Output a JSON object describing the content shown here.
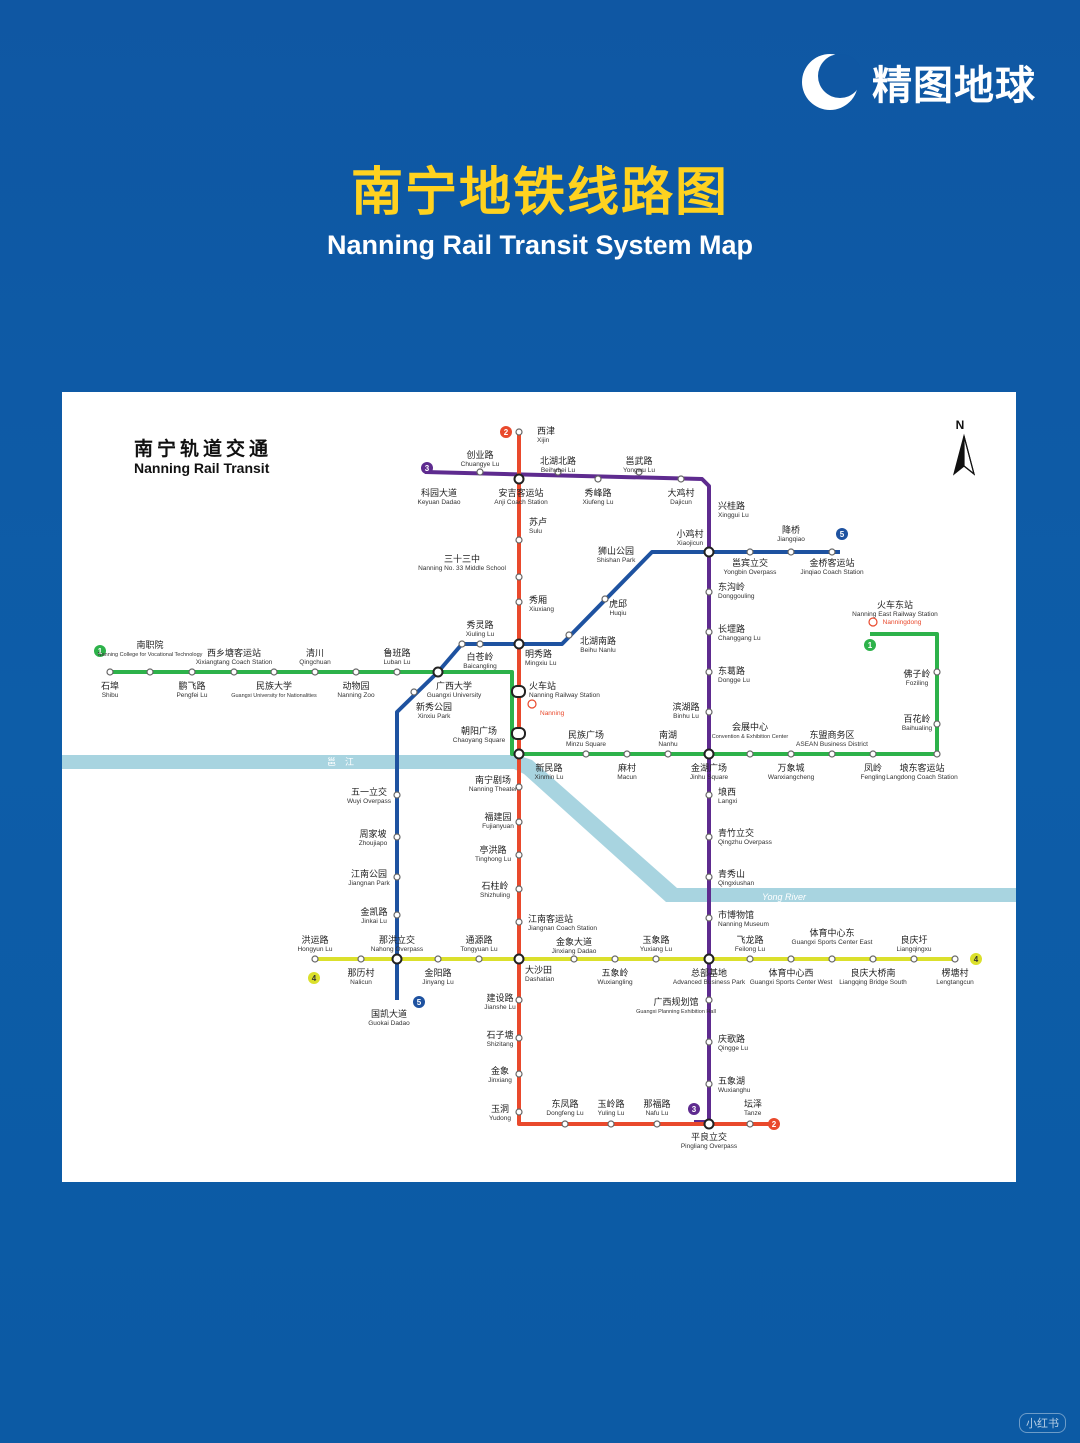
{
  "brand": {
    "name": "精图地球",
    "icon": "crescent-moon-logo"
  },
  "page_title_zh": "南宁地铁线路图",
  "page_title_en": "Nanning Rail Transit System Map",
  "map_title_zh": "南宁轨道交通",
  "map_title_en": "Nanning Rail Transit",
  "north_label": "N",
  "river_zh": "邕　江",
  "river_en": "Yong River",
  "watermark": "小红书",
  "colors": {
    "line1": "#2db24a",
    "line2": "#e9492c",
    "line3": "#5e2b8f",
    "line4": "#dbe02c",
    "line5": "#1e52a0",
    "river": "#a8d4e0",
    "title": "#ffd21f"
  },
  "lines": [
    {
      "id": "1",
      "color": "#2db24a"
    },
    {
      "id": "2",
      "color": "#e9492c"
    },
    {
      "id": "3",
      "color": "#5e2b8f"
    },
    {
      "id": "4",
      "color": "#dbe02c"
    },
    {
      "id": "5",
      "color": "#1e52a0"
    }
  ],
  "stations": [
    {
      "zh": "西津",
      "en": "Xijin"
    },
    {
      "zh": "创业路",
      "en": "Chuangye Lu"
    },
    {
      "zh": "北湖北路",
      "en": "Beihubei Lu"
    },
    {
      "zh": "邕武路",
      "en": "Yongwu Lu"
    },
    {
      "zh": "科园大道",
      "en": "Keyuan Dadao"
    },
    {
      "zh": "安吉客运站",
      "en": "Anji Coach Station"
    },
    {
      "zh": "秀峰路",
      "en": "Xiufeng Lu"
    },
    {
      "zh": "大鸡村",
      "en": "Dajicun"
    },
    {
      "zh": "兴桂路",
      "en": "Xinggui Lu"
    },
    {
      "zh": "苏卢",
      "en": "Sulu"
    },
    {
      "zh": "小鸡村",
      "en": "Xiaojicun"
    },
    {
      "zh": "降桥",
      "en": "Jiangqiao"
    },
    {
      "zh": "狮山公园",
      "en": "Shishan Park"
    },
    {
      "zh": "邕宾立交",
      "en": "Yongbin Overpass"
    },
    {
      "zh": "金桥客运站",
      "en": "Jinqiao Coach Station"
    },
    {
      "zh": "三十三中",
      "en": "Nanning No. 33 Middle School"
    },
    {
      "zh": "东沟岭",
      "en": "Donggouling"
    },
    {
      "zh": "火车东站",
      "en": "Nanning East Railway Station"
    },
    {
      "zh": "",
      "en": "Nanningdong"
    },
    {
      "zh": "秀厢",
      "en": "Xiuxiang"
    },
    {
      "zh": "虎邱",
      "en": "Huqiu"
    },
    {
      "zh": "长堽路",
      "en": "Changgang Lu"
    },
    {
      "zh": "秀灵路",
      "en": "Xiuling Lu"
    },
    {
      "zh": "北湖南路",
      "en": "Beihu Nanlu"
    },
    {
      "zh": "南职院",
      "en": "Nanning College for Vocational Technology"
    },
    {
      "zh": "西乡塘客运站",
      "en": "Xixiangtang Coach Station"
    },
    {
      "zh": "清川",
      "en": "Qingchuan"
    },
    {
      "zh": "鲁班路",
      "en": "Luban Lu"
    },
    {
      "zh": "白苍岭",
      "en": "Baicangling"
    },
    {
      "zh": "明秀路",
      "en": "Mingxiu Lu"
    },
    {
      "zh": "东葛路",
      "en": "Dongge Lu"
    },
    {
      "zh": "佛子岭",
      "en": "Foziling"
    },
    {
      "zh": "石埠",
      "en": "Shibu"
    },
    {
      "zh": "鹏飞路",
      "en": "Pengfei Lu"
    },
    {
      "zh": "民族大学",
      "en": "Guangxi University for Nationalities"
    },
    {
      "zh": "动物园",
      "en": "Nanning Zoo"
    },
    {
      "zh": "广西大学",
      "en": "Guangxi University"
    },
    {
      "zh": "火车站",
      "en": "Nanning Railway Station"
    },
    {
      "zh": "",
      "en": "Nanning"
    },
    {
      "zh": "新秀公园",
      "en": "Xinxiu Park"
    },
    {
      "zh": "滨湖路",
      "en": "Binhu Lu"
    },
    {
      "zh": "百花岭",
      "en": "Baihualing"
    },
    {
      "zh": "朝阳广场",
      "en": "Chaoyang Square"
    },
    {
      "zh": "民族广场",
      "en": "Minzu Square"
    },
    {
      "zh": "南湖",
      "en": "Nanhu"
    },
    {
      "zh": "会展中心",
      "en": "Convention & Exhibition Center"
    },
    {
      "zh": "东盟商务区",
      "en": "ASEAN Business District"
    },
    {
      "zh": "新民路",
      "en": "Xinmin Lu"
    },
    {
      "zh": "麻村",
      "en": "Macun"
    },
    {
      "zh": "金湖广场",
      "en": "Jinhu Square"
    },
    {
      "zh": "万象城",
      "en": "Wanxiangcheng"
    },
    {
      "zh": "凤岭",
      "en": "Fengling"
    },
    {
      "zh": "埌东客运站",
      "en": "Langdong Coach Station"
    },
    {
      "zh": "南宁剧场",
      "en": "Nanning Theater"
    },
    {
      "zh": "五一立交",
      "en": "Wuyi Overpass"
    },
    {
      "zh": "埌西",
      "en": "Langxi"
    },
    {
      "zh": "福建园",
      "en": "Fujianyuan"
    },
    {
      "zh": "周家坡",
      "en": "Zhoujiapo"
    },
    {
      "zh": "青竹立交",
      "en": "Qingzhu Overpass"
    },
    {
      "zh": "亭洪路",
      "en": "Tinghong Lu"
    },
    {
      "zh": "江南公园",
      "en": "Jiangnan Park"
    },
    {
      "zh": "青秀山",
      "en": "Qingxiushan"
    },
    {
      "zh": "石柱岭",
      "en": "Shizhuling"
    },
    {
      "zh": "金凯路",
      "en": "Jinkai Lu"
    },
    {
      "zh": "市博物馆",
      "en": "Nanning Museum"
    },
    {
      "zh": "江南客运站",
      "en": "Jiangnan Coach Station"
    },
    {
      "zh": "洪运路",
      "en": "Hongyun Lu"
    },
    {
      "zh": "那洪立交",
      "en": "Nahong Overpass"
    },
    {
      "zh": "通源路",
      "en": "Tongyuan Lu"
    },
    {
      "zh": "金象大道",
      "en": "Jinxiang Dadao"
    },
    {
      "zh": "玉象路",
      "en": "Yuxiang Lu"
    },
    {
      "zh": "飞龙路",
      "en": "Feilong Lu"
    },
    {
      "zh": "体育中心东",
      "en": "Guangxi Sports Center East"
    },
    {
      "zh": "良庆圩",
      "en": "Liangqingxu"
    },
    {
      "zh": "那历村",
      "en": "Nalicun"
    },
    {
      "zh": "金阳路",
      "en": "Jinyang Lu"
    },
    {
      "zh": "大沙田",
      "en": "Dashatian"
    },
    {
      "zh": "五象岭",
      "en": "Wuxiangling"
    },
    {
      "zh": "总部基地",
      "en": "Advanced Business Park"
    },
    {
      "zh": "体育中心西",
      "en": "Guangxi Sports Center West"
    },
    {
      "zh": "良庆大桥南",
      "en": "Liangqing Bridge South"
    },
    {
      "zh": "楞塘村",
      "en": "Lengtangcun"
    },
    {
      "zh": "国凯大道",
      "en": "Guokai Dadao"
    },
    {
      "zh": "建设路",
      "en": "Jianshe Lu"
    },
    {
      "zh": "广西规划馆",
      "en": "Guangxi Planning Exhibition Hall"
    },
    {
      "zh": "石子塘",
      "en": "Shizitang"
    },
    {
      "zh": "庆歌路",
      "en": "Qingge Lu"
    },
    {
      "zh": "金象",
      "en": "Jinxiang"
    },
    {
      "zh": "五象湖",
      "en": "Wuxianghu"
    },
    {
      "zh": "玉洞",
      "en": "Yudong"
    },
    {
      "zh": "东凤路",
      "en": "Dongfeng Lu"
    },
    {
      "zh": "玉岭路",
      "en": "Yuling Lu"
    },
    {
      "zh": "那福路",
      "en": "Nafu Lu"
    },
    {
      "zh": "坛泽",
      "en": "Tanze"
    },
    {
      "zh": "平良立交",
      "en": "Pingliang Overpass"
    }
  ]
}
